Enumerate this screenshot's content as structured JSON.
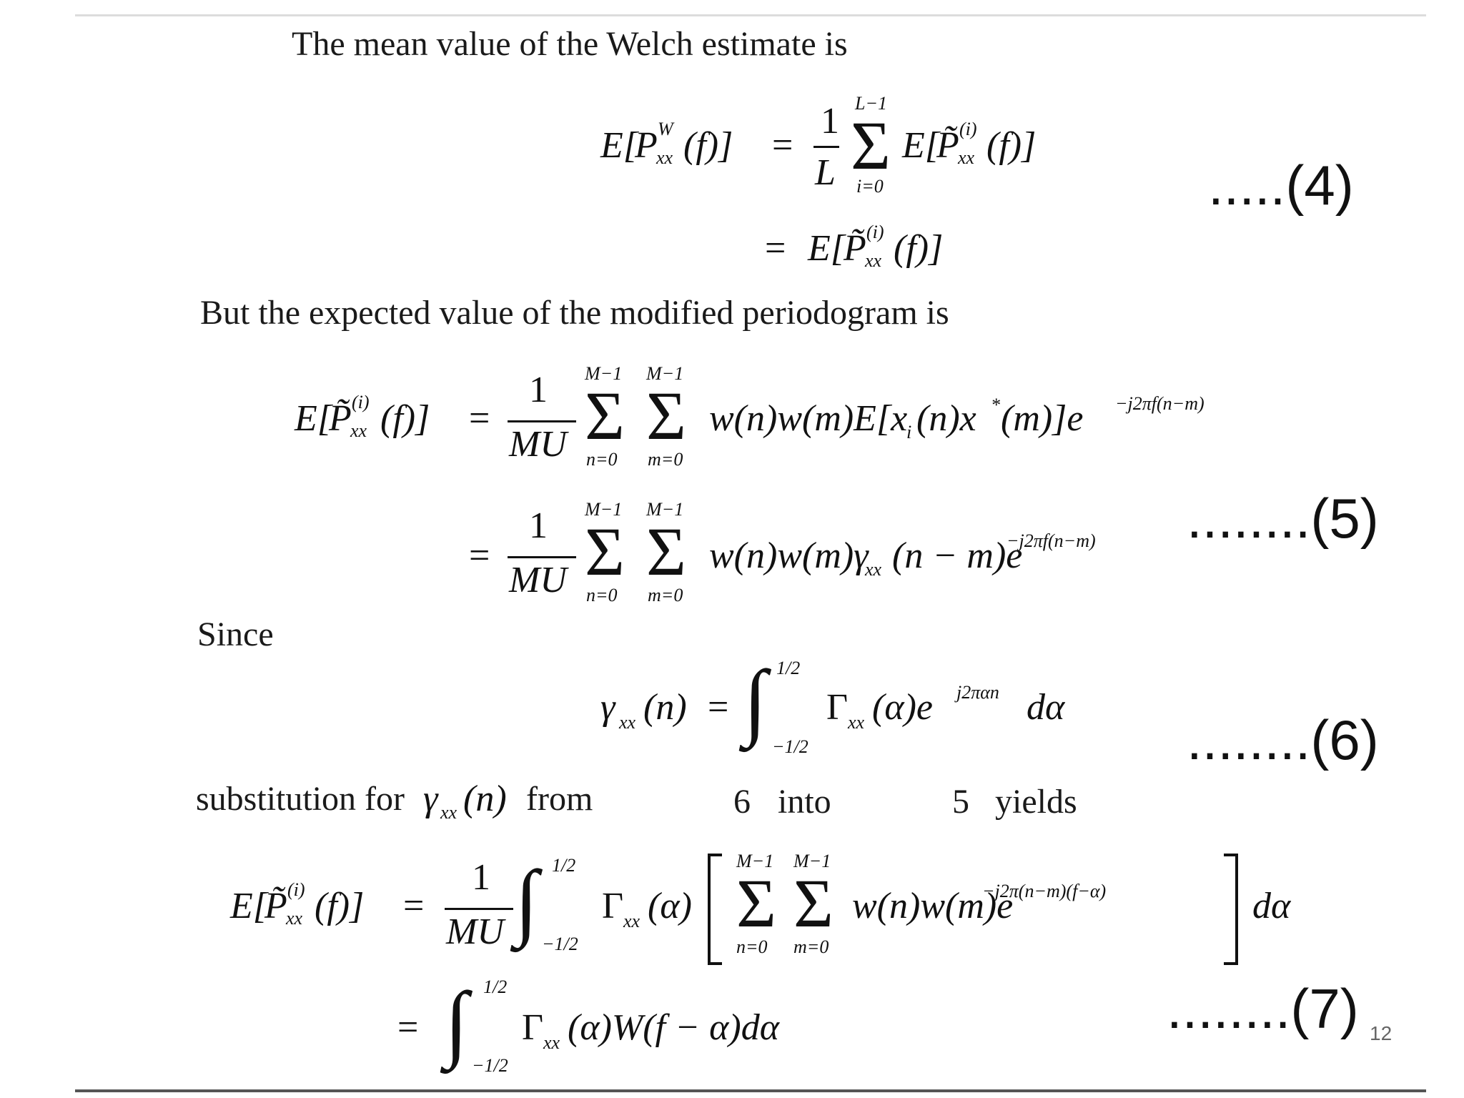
{
  "slide": {
    "page_number": "12",
    "text": {
      "intro": "The mean value of the Welch estimate is",
      "modified": "But the expected value of the modified periodogram is",
      "since": "Since",
      "subst_a": "substitution for",
      "subst_b": "from",
      "subst_c": "6",
      "subst_d": "into",
      "subst_e": "5",
      "subst_f": "yields"
    },
    "equation_numbers": {
      "eq4": ".....(4)",
      "eq5": "........(5)",
      "eq6": "........(6)",
      "eq7": "........(7)"
    },
    "math": {
      "E_open": "E[",
      "E_close": "]",
      "P": "P",
      "Ptilde": "P̃",
      "W": "W",
      "xx": "xx",
      "i_sup": "(i)",
      "of_f": "(f)",
      "of_f_close": "(f)]",
      "equals": "=",
      "one": "1",
      "L": "L",
      "MU": "MU",
      "L_minus_1": "L−1",
      "i_eq_0": "i=0",
      "M_minus_1": "M−1",
      "n_eq_0": "n=0",
      "m_eq_0": "m=0",
      "sigma": "Σ",
      "integral": "∫",
      "half": "1/2",
      "neg_half": "−1/2",
      "sum_term1": "w(n)w(m)E[x",
      "sum_term1_i": "i",
      "sum_term1_b": "(n)x",
      "sum_term1_star": "*",
      "sum_term1_c": "(m)]e",
      "exp1": "−j2πf(n−m)",
      "sum_term2": "w(n)w(m)γ",
      "sum_term2_b": "(n − m)e",
      "gamma": "γ",
      "of_n": "(n)",
      "Gamma": "Γ",
      "of_alpha": "(α)e",
      "exp6": "j2παn",
      "dalpha": "dα",
      "of_alpha_plain": "(α)",
      "sum_term7": "w(n)w(m)e",
      "exp7": "−j2π(n−m)(f−α)",
      "last": "(α)W(f − α)dα"
    }
  }
}
